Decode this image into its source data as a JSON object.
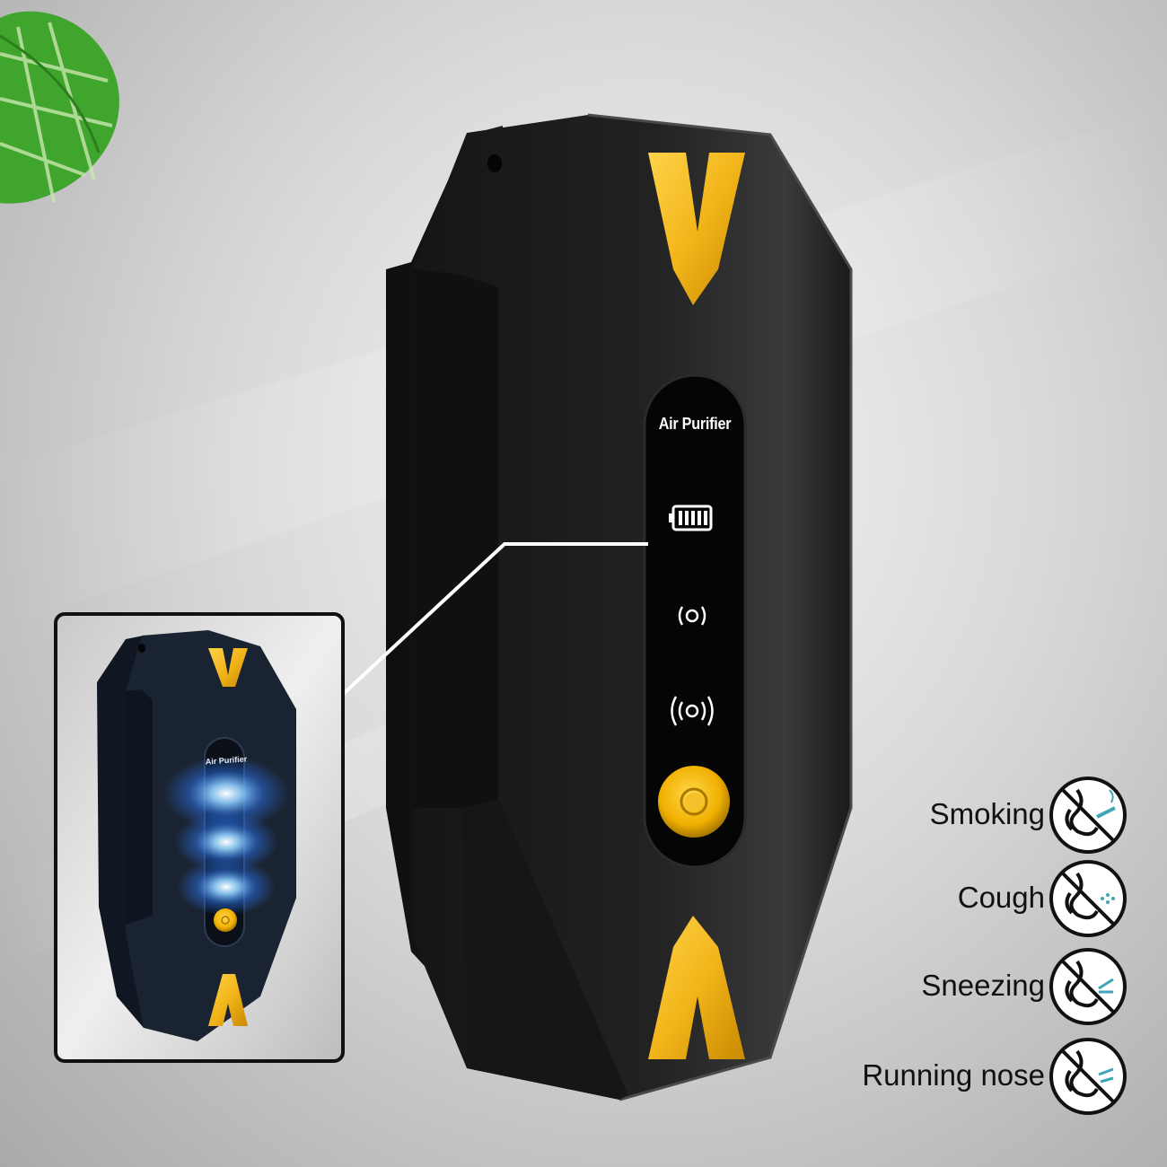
{
  "device": {
    "screen_label": "Air Purifier",
    "inset_label": "Air Purifier"
  },
  "symptoms": [
    {
      "label": "Smoking",
      "icon": "no-smoking-icon"
    },
    {
      "label": "Cough",
      "icon": "no-cough-icon"
    },
    {
      "label": "Sneezing",
      "icon": "no-sneezing-icon"
    },
    {
      "label": "Running nose",
      "icon": "no-running-nose-icon"
    }
  ],
  "colors": {
    "device_body": "#1c1c1c",
    "gold_accent": "#f2b51a",
    "glow": "#2f7dff",
    "leaf": "#3fa52c"
  }
}
